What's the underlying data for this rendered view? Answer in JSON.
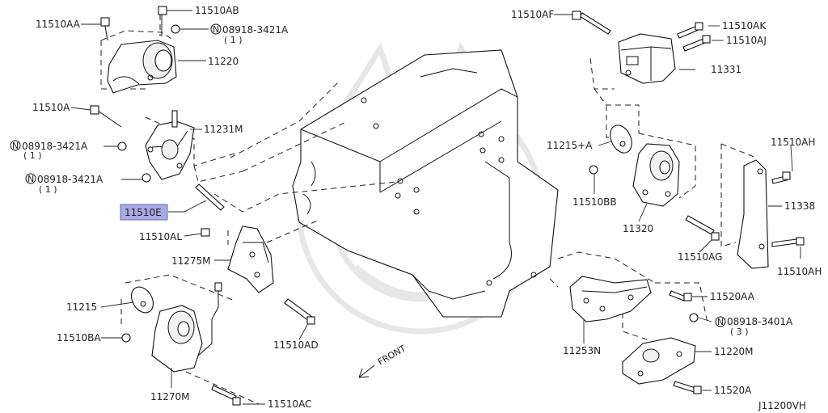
{
  "diagram_code": "J11200VH",
  "front_label": "FRONT",
  "highlight_color": "#a9a9e6",
  "callouts": [
    {
      "id": "11510AA",
      "label": "11510AA"
    },
    {
      "id": "11510AB",
      "label": "11510AB"
    },
    {
      "id": "08918-3421A-top",
      "label": "08918-3421A",
      "qty": "( 1 )",
      "nut_mark": "N"
    },
    {
      "id": "11220",
      "label": "11220"
    },
    {
      "id": "11510A",
      "label": "11510A"
    },
    {
      "id": "11231M",
      "label": "11231M"
    },
    {
      "id": "08918-3421A-mid",
      "label": "08918-3421A",
      "qty": "( 1 )",
      "nut_mark": "N"
    },
    {
      "id": "08918-3421A-low",
      "label": "08918-3421A",
      "qty": "( 1 )",
      "nut_mark": "N"
    },
    {
      "id": "11510E",
      "label": "11510E",
      "highlighted": true
    },
    {
      "id": "11510AL",
      "label": "11510AL"
    },
    {
      "id": "11275M",
      "label": "11275M"
    },
    {
      "id": "11215",
      "label": "11215"
    },
    {
      "id": "11510BA",
      "label": "11510BA"
    },
    {
      "id": "11270M",
      "label": "11270M"
    },
    {
      "id": "11510AC",
      "label": "11510AC"
    },
    {
      "id": "11510AD",
      "label": "11510AD"
    },
    {
      "id": "11510AF",
      "label": "11510AF"
    },
    {
      "id": "11510AK",
      "label": "11510AK"
    },
    {
      "id": "11510AJ",
      "label": "11510AJ"
    },
    {
      "id": "11331",
      "label": "11331"
    },
    {
      "id": "11215+A",
      "label": "11215+A"
    },
    {
      "id": "11510BB",
      "label": "11510BB"
    },
    {
      "id": "11320",
      "label": "11320"
    },
    {
      "id": "11510AG",
      "label": "11510AG"
    },
    {
      "id": "11510AH-top",
      "label": "11510AH"
    },
    {
      "id": "11338",
      "label": "11338"
    },
    {
      "id": "11510AH-bot",
      "label": "11510AH"
    },
    {
      "id": "11520AA",
      "label": "11520AA"
    },
    {
      "id": "08918-3401A",
      "label": "08918-3401A",
      "qty": "( 3 )",
      "nut_mark": "N"
    },
    {
      "id": "11253N",
      "label": "11253N"
    },
    {
      "id": "11220M",
      "label": "11220M"
    },
    {
      "id": "11520A",
      "label": "11520A"
    }
  ]
}
